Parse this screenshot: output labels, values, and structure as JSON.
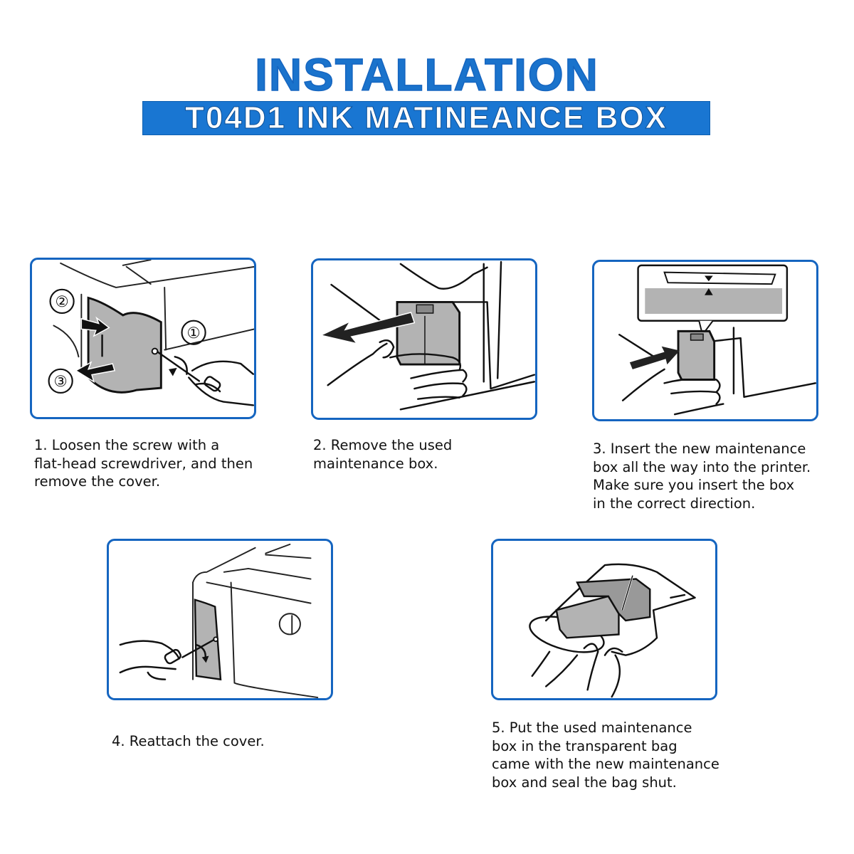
{
  "header": {
    "title": "INSTALLATION",
    "subtitle": "T04D1 INK MATINEANCE BOX"
  },
  "colors": {
    "title_blue": "#1a73cc",
    "banner_blue": "#1976d2",
    "panel_border": "#1565c0",
    "cartridge_gray": "#b3b3b3"
  },
  "steps": [
    {
      "number": 1,
      "illustration": "remove-cover-illustration",
      "markers": [
        "①",
        "②",
        "③"
      ],
      "caption_lines": [
        "1. Loosen the screw with a",
        "flat-head screwdriver, and then",
        "remove the cover."
      ]
    },
    {
      "number": 2,
      "illustration": "remove-box-illustration",
      "caption_lines": [
        "2. Remove the used",
        "maintenance box."
      ]
    },
    {
      "number": 3,
      "illustration": "insert-box-illustration",
      "caption_lines": [
        "3. Insert the new maintenance",
        "box all the way into the printer.",
        "Make sure you insert the box",
        "in the correct direction."
      ]
    },
    {
      "number": 4,
      "illustration": "reattach-cover-illustration",
      "caption_lines": [
        "4. Reattach the cover."
      ]
    },
    {
      "number": 5,
      "illustration": "bag-seal-illustration",
      "caption_lines": [
        "5. Put the used maintenance",
        "box in the transparent bag",
        "came with the new maintenance",
        "box and seal the bag shut."
      ]
    }
  ]
}
